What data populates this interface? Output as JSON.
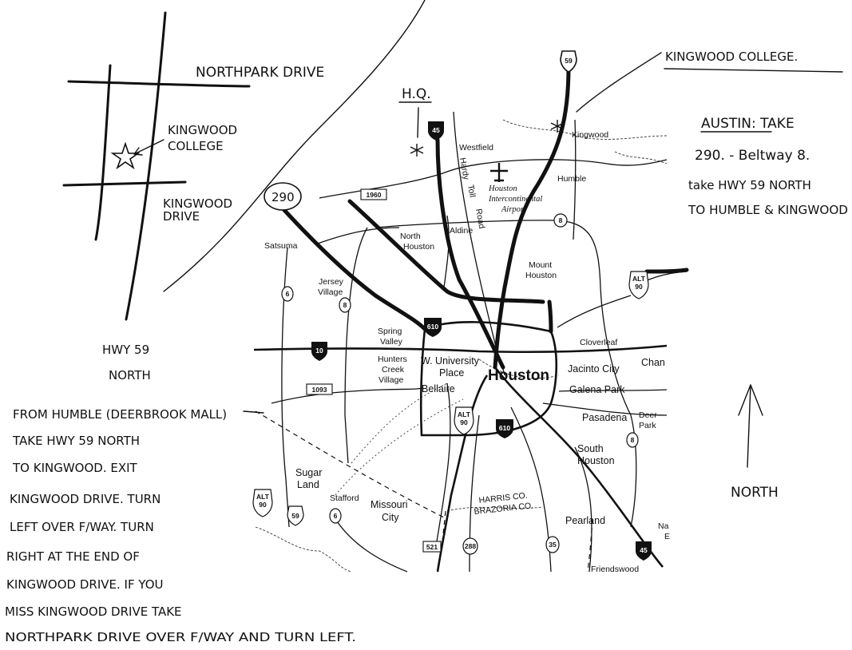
{
  "sketch": {
    "northpark_label": "NORTHPARK DRIVE",
    "kingwood_drive_label": [
      "KINGWOOD",
      "DRIVE"
    ],
    "college_label": [
      "KINGWOOD",
      "COLLEGE"
    ],
    "hwy59_label": [
      "HWY 59",
      "NORTH"
    ]
  },
  "annotations": {
    "hq": "H.Q.",
    "kingwood_college": "KINGWOOD COLLEGE.",
    "north": "NORTH"
  },
  "austin_directions": [
    "AUSTIN: TAKE",
    "290. - Beltway 8.",
    "take HWY 59 NORTH",
    "TO HUMBLE & KINGWOOD"
  ],
  "humble_directions": [
    "FROM HUMBLE (DEERBROOK MALL)",
    "TAKE HWY 59 NORTH",
    "TO KINGWOOD. EXIT",
    "KINGWOOD DRIVE. TURN",
    "LEFT OVER F/WAY. TURN",
    "RIGHT AT THE END OF",
    "KINGWOOD DRIVE. IF YOU",
    "MISS KINGWOOD DRIVE TAKE",
    "NORTHPARK DRIVE OVER F/WAY AND TURN LEFT."
  ],
  "map": {
    "places": {
      "houston": "Houston",
      "westfield": "Westfield",
      "kingwood": "Kingwood",
      "humble": "Humble",
      "airport": [
        "Houston",
        "Intercontinental",
        "Airport"
      ],
      "satsuma": "Satsuma",
      "north_houston": [
        "North",
        "Houston"
      ],
      "aldine": "Aldine",
      "mount_houston": [
        "Mount",
        "Houston"
      ],
      "jersey_village": [
        "Jersey",
        "Village"
      ],
      "spring_valley": [
        "Spring",
        "Valley"
      ],
      "hunters_creek": [
        "Hunters",
        "Creek",
        "Village"
      ],
      "w_university": [
        "W. University",
        "Place"
      ],
      "bellaire": "Bellaire",
      "cloverleaf": "Cloverleaf",
      "jacinto_city": "Jacinto City",
      "galena_park": "Galena Park",
      "chan": "Chan",
      "pasadena": "Pasadena",
      "deer_park": [
        "Deer",
        "Park"
      ],
      "south_houston": [
        "South",
        "Houston"
      ],
      "sugar_land": [
        "Sugar",
        "Land"
      ],
      "stafford": "Stafford",
      "missouri_city": [
        "Missouri",
        "City"
      ],
      "pearland": "Pearland",
      "friendswood": "Friendswood",
      "harris_co": "HARRIS CO.",
      "brazoria_co": "BRAZORIA CO.",
      "na": [
        "Na",
        "E"
      ],
      "hardy_toll": [
        "Hardy",
        "Toll",
        "Road"
      ]
    },
    "shields": {
      "i45_north": "45",
      "us59_north": "59",
      "us290": "290",
      "fm1960": "1960",
      "bw8_north": "8",
      "sh6": "6",
      "sh8_west": "8",
      "i610_north": "610",
      "i10": "10",
      "fm1093": "1093",
      "alt90_south": [
        "ALT",
        "90"
      ],
      "i610_south": "610",
      "alt90_east": [
        "ALT",
        "90"
      ],
      "sh8_south": "8",
      "alt90_sw": [
        "ALT",
        "90"
      ],
      "us59_sw": "59",
      "sh6_sw": "6",
      "sh521": "521",
      "sh288": "288",
      "sh35": "35",
      "i45_south": "45"
    }
  }
}
